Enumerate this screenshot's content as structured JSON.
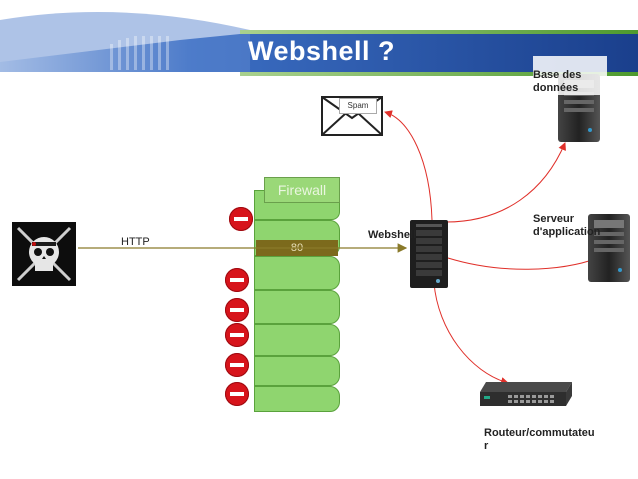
{
  "slide": {
    "title": "Webshell ?"
  },
  "labels": {
    "spam": "Spam",
    "firewall": "Firewall",
    "port": "80",
    "http": "HTTP",
    "webshell": "Webshell",
    "database": "Base des\ndonnées",
    "app_server": "Serveur\nd'application",
    "router": "Routeur/commutateu\nr"
  },
  "colors": {
    "banner": "#1f4fa6",
    "firewall": "#8fd56f",
    "blocked": "#d7141b",
    "arrow": "#e0302a",
    "http_line": "#8a7a2a"
  }
}
